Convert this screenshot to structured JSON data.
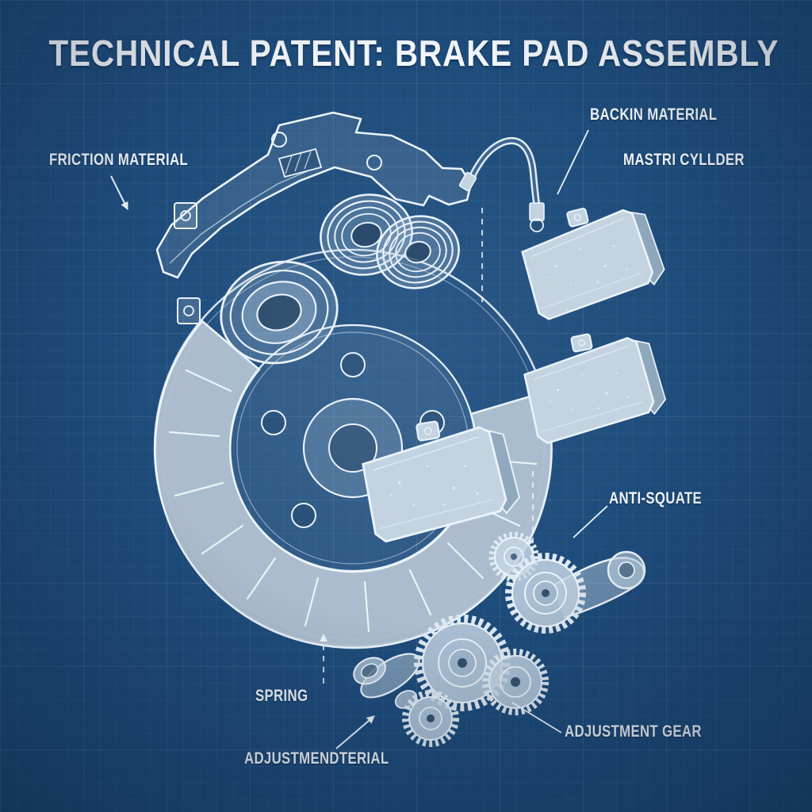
{
  "title": "TECHNICAL PATENT: BRAKE PAD ASSEMBLY",
  "labels": {
    "friction_material": "FRICTION MATERIAL",
    "backing_material": "BACKIN MATERIAL",
    "master_cylinder": "MASTRI CYLLDER",
    "anti_squeal": "ANTI-SQUATE",
    "spring": "SPRING",
    "adjustment_gear": "ADJUSTMENT GEAR",
    "adjustment_material": "ADJUSTMENDTERIAL"
  },
  "colors": {
    "background": "#1e4c7b",
    "line_art": "#ecf4fa",
    "part_fill": "#c4d3e0",
    "text": "#f1f6fa"
  }
}
